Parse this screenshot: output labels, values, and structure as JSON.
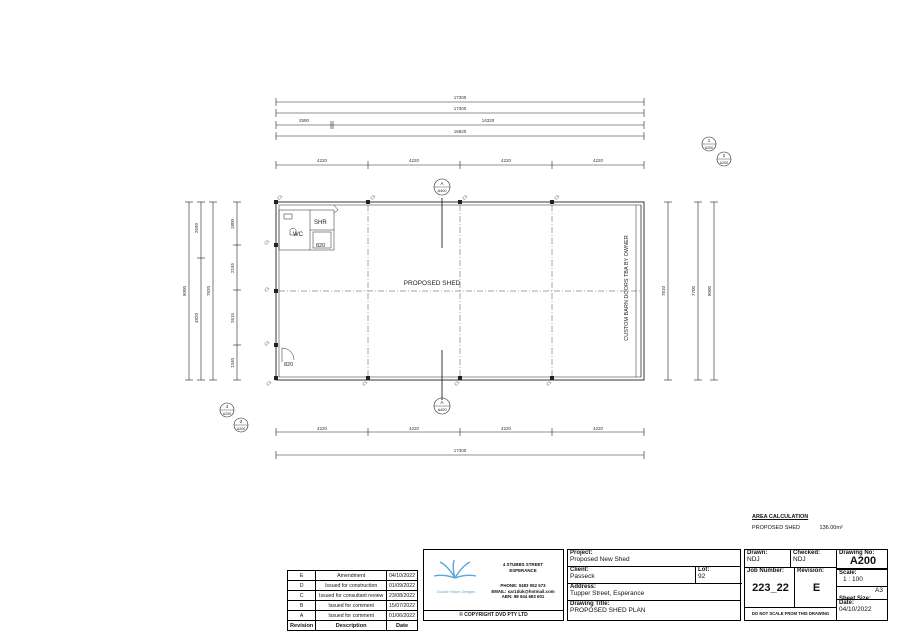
{
  "plan": {
    "overall_top_1": "17300",
    "overall_top_2": "17300",
    "left_seg": "2590",
    "right_seg": "14320",
    "inner_total": "16820",
    "bays": [
      "4220",
      "4220",
      "4220",
      "4220"
    ],
    "bays_bottom": [
      "4220",
      "4220",
      "4220",
      "4220"
    ],
    "overall_bottom": "17300",
    "left_outer": "8000",
    "left_mid_a": "4820",
    "left_mid_b": "7820",
    "left_segs": [
      "1800",
      "2155",
      "2615",
      "1340"
    ],
    "left_small": "2590",
    "right_inner": "7810",
    "right_mid": "7700",
    "right_outer": "8000",
    "room_wc": "WC",
    "room_shr": "SHR",
    "door_820_a": "820",
    "door_820_b": "820",
    "main_label": "PROPOSED SHED",
    "side_label": "CUSTOM BARN DOORS TBA BY OWNER",
    "col_label": "C1",
    "section_a_letter": "A",
    "section_a_sheet": "A400",
    "section_b_letter": "A",
    "section_b_sheet": "A400",
    "elev_1": "1",
    "elev_2": "2",
    "elev_3": "3",
    "elev_4": "4",
    "elev_sheet": "A200"
  },
  "area": {
    "title": "AREA CALCULATION",
    "item": "PROPOSED SHED",
    "value": "136.00m²"
  },
  "revisions": {
    "headers": [
      "Revision",
      "Description",
      "Date"
    ],
    "rows": [
      [
        "E",
        "Amendment",
        "04/10/2022"
      ],
      [
        "D",
        "Issued for construction",
        "01/09/2022"
      ],
      [
        "C",
        "Issued for consultant review",
        "23/08/2022"
      ],
      [
        "B",
        "Issued for comment",
        "15/07/2022"
      ],
      [
        "A",
        "Issued for comment",
        "01/06/2022"
      ]
    ]
  },
  "company": {
    "logo_text": "Double Vision Designs",
    "address1": "4 STUBBS STREET",
    "address2": "ESPERANCE",
    "phone": "PHONE: 0483 052 573",
    "email": "EMAIL: sar1duk@hotmail.com",
    "abn": "ABN: 98 644 683 601",
    "copyright": "© COPYRIGHT DVD PTY LTD"
  },
  "project": {
    "project_label": "Project:",
    "project_value": "Proposed New Shed",
    "client_label": "Client:",
    "client_value": "Passeck",
    "lot_label": "Lot:",
    "lot_value": "92",
    "address_label": "Address:",
    "address_value": "Tupper Street, Esperance",
    "title_label": "Drawing Title:",
    "title_value": "PROPOSED SHED PLAN"
  },
  "sheet": {
    "drawn_label": "Drawn:",
    "drawn_value": "NDJ",
    "checked_label": "Checked:",
    "checked_value": "NDJ",
    "drawing_no_label": "Drawing No:",
    "drawing_no_value": "A200",
    "job_label": "Job Number:",
    "job_value": "223_22",
    "revision_label": "Revision:",
    "revision_value": "E",
    "scale_label": "Scale:",
    "scale_value": "1 : 100",
    "size_label": "Sheet Size:",
    "size_value": "A3",
    "date_label": "Date:",
    "date_value": "04/10/2022",
    "note": "DO NOT SCALE FROM THIS DRAWING"
  }
}
